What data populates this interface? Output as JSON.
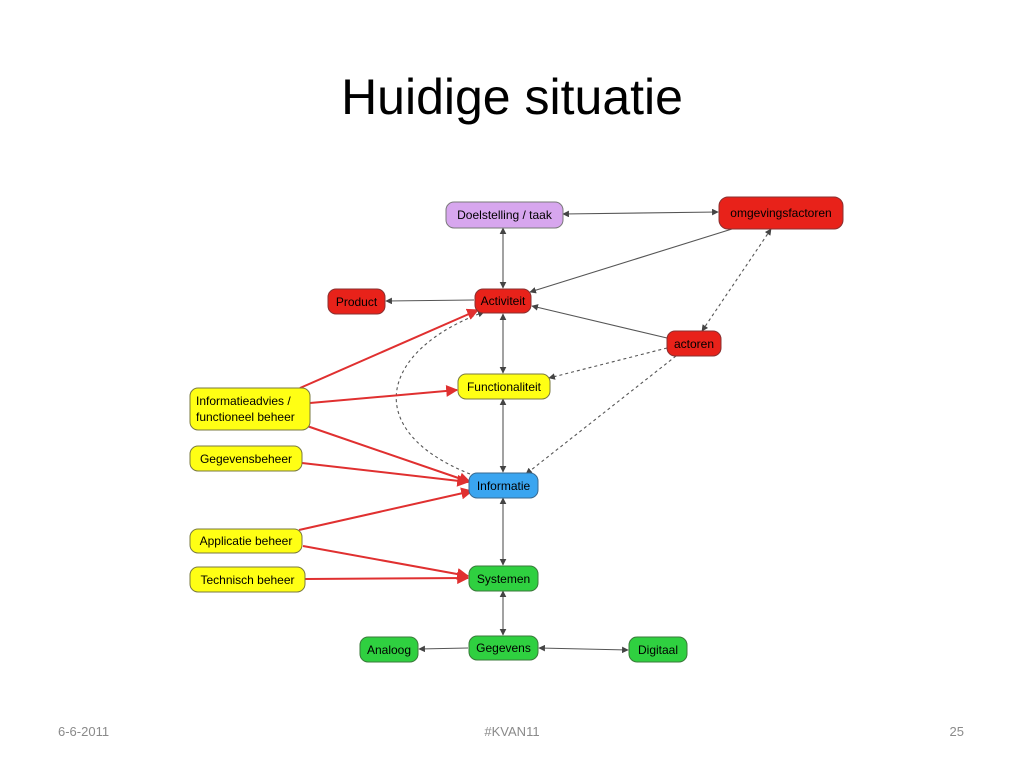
{
  "slide": {
    "title": "Huidige situatie"
  },
  "colors": {
    "red": "#e8221a",
    "yellow": "#ffff14",
    "green": "#2fd040",
    "blue": "#3aa5f0",
    "purple": "#d7a6ee",
    "gray_edge": "#555555",
    "red_edge": "#e03030"
  },
  "nodes": {
    "doelstelling": "Doelstelling / taak",
    "omgevingsfactoren": "omgevingsfactoren",
    "product": "Product",
    "activiteit": "Activiteit",
    "actoren": "actoren",
    "functionaliteit": "Functionaliteit",
    "informatieadvies_line1": "Informatieadvies /",
    "informatieadvies_line2": "functioneel beheer",
    "gegevensbeheer": "Gegevensbeheer",
    "informatie": "Informatie",
    "applicatie_beheer": "Applicatie beheer",
    "systemen": "Systemen",
    "technisch_beheer": "Technisch beheer",
    "analoog": "Analoog",
    "gegevens": "Gegevens",
    "digitaal": "Digitaal"
  },
  "footer": {
    "date": "6-6-2011",
    "tag": "#KVAN11",
    "page": "25"
  }
}
